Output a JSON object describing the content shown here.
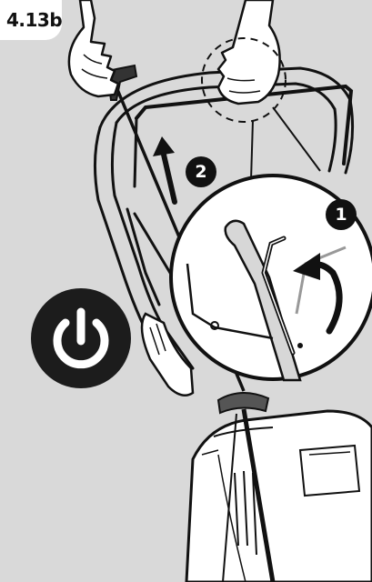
{
  "figure": {
    "label": "4.13b",
    "steps": [
      {
        "number": "1"
      },
      {
        "number": "2"
      }
    ],
    "icons": [
      "power-icon",
      "curved-arrow-icon",
      "up-arrow-icon",
      "hand-icon"
    ],
    "colors": {
      "background": "#d9d9d9",
      "ink": "#111111",
      "badge": "#1c1c1c",
      "panel": "#ffffff"
    }
  }
}
